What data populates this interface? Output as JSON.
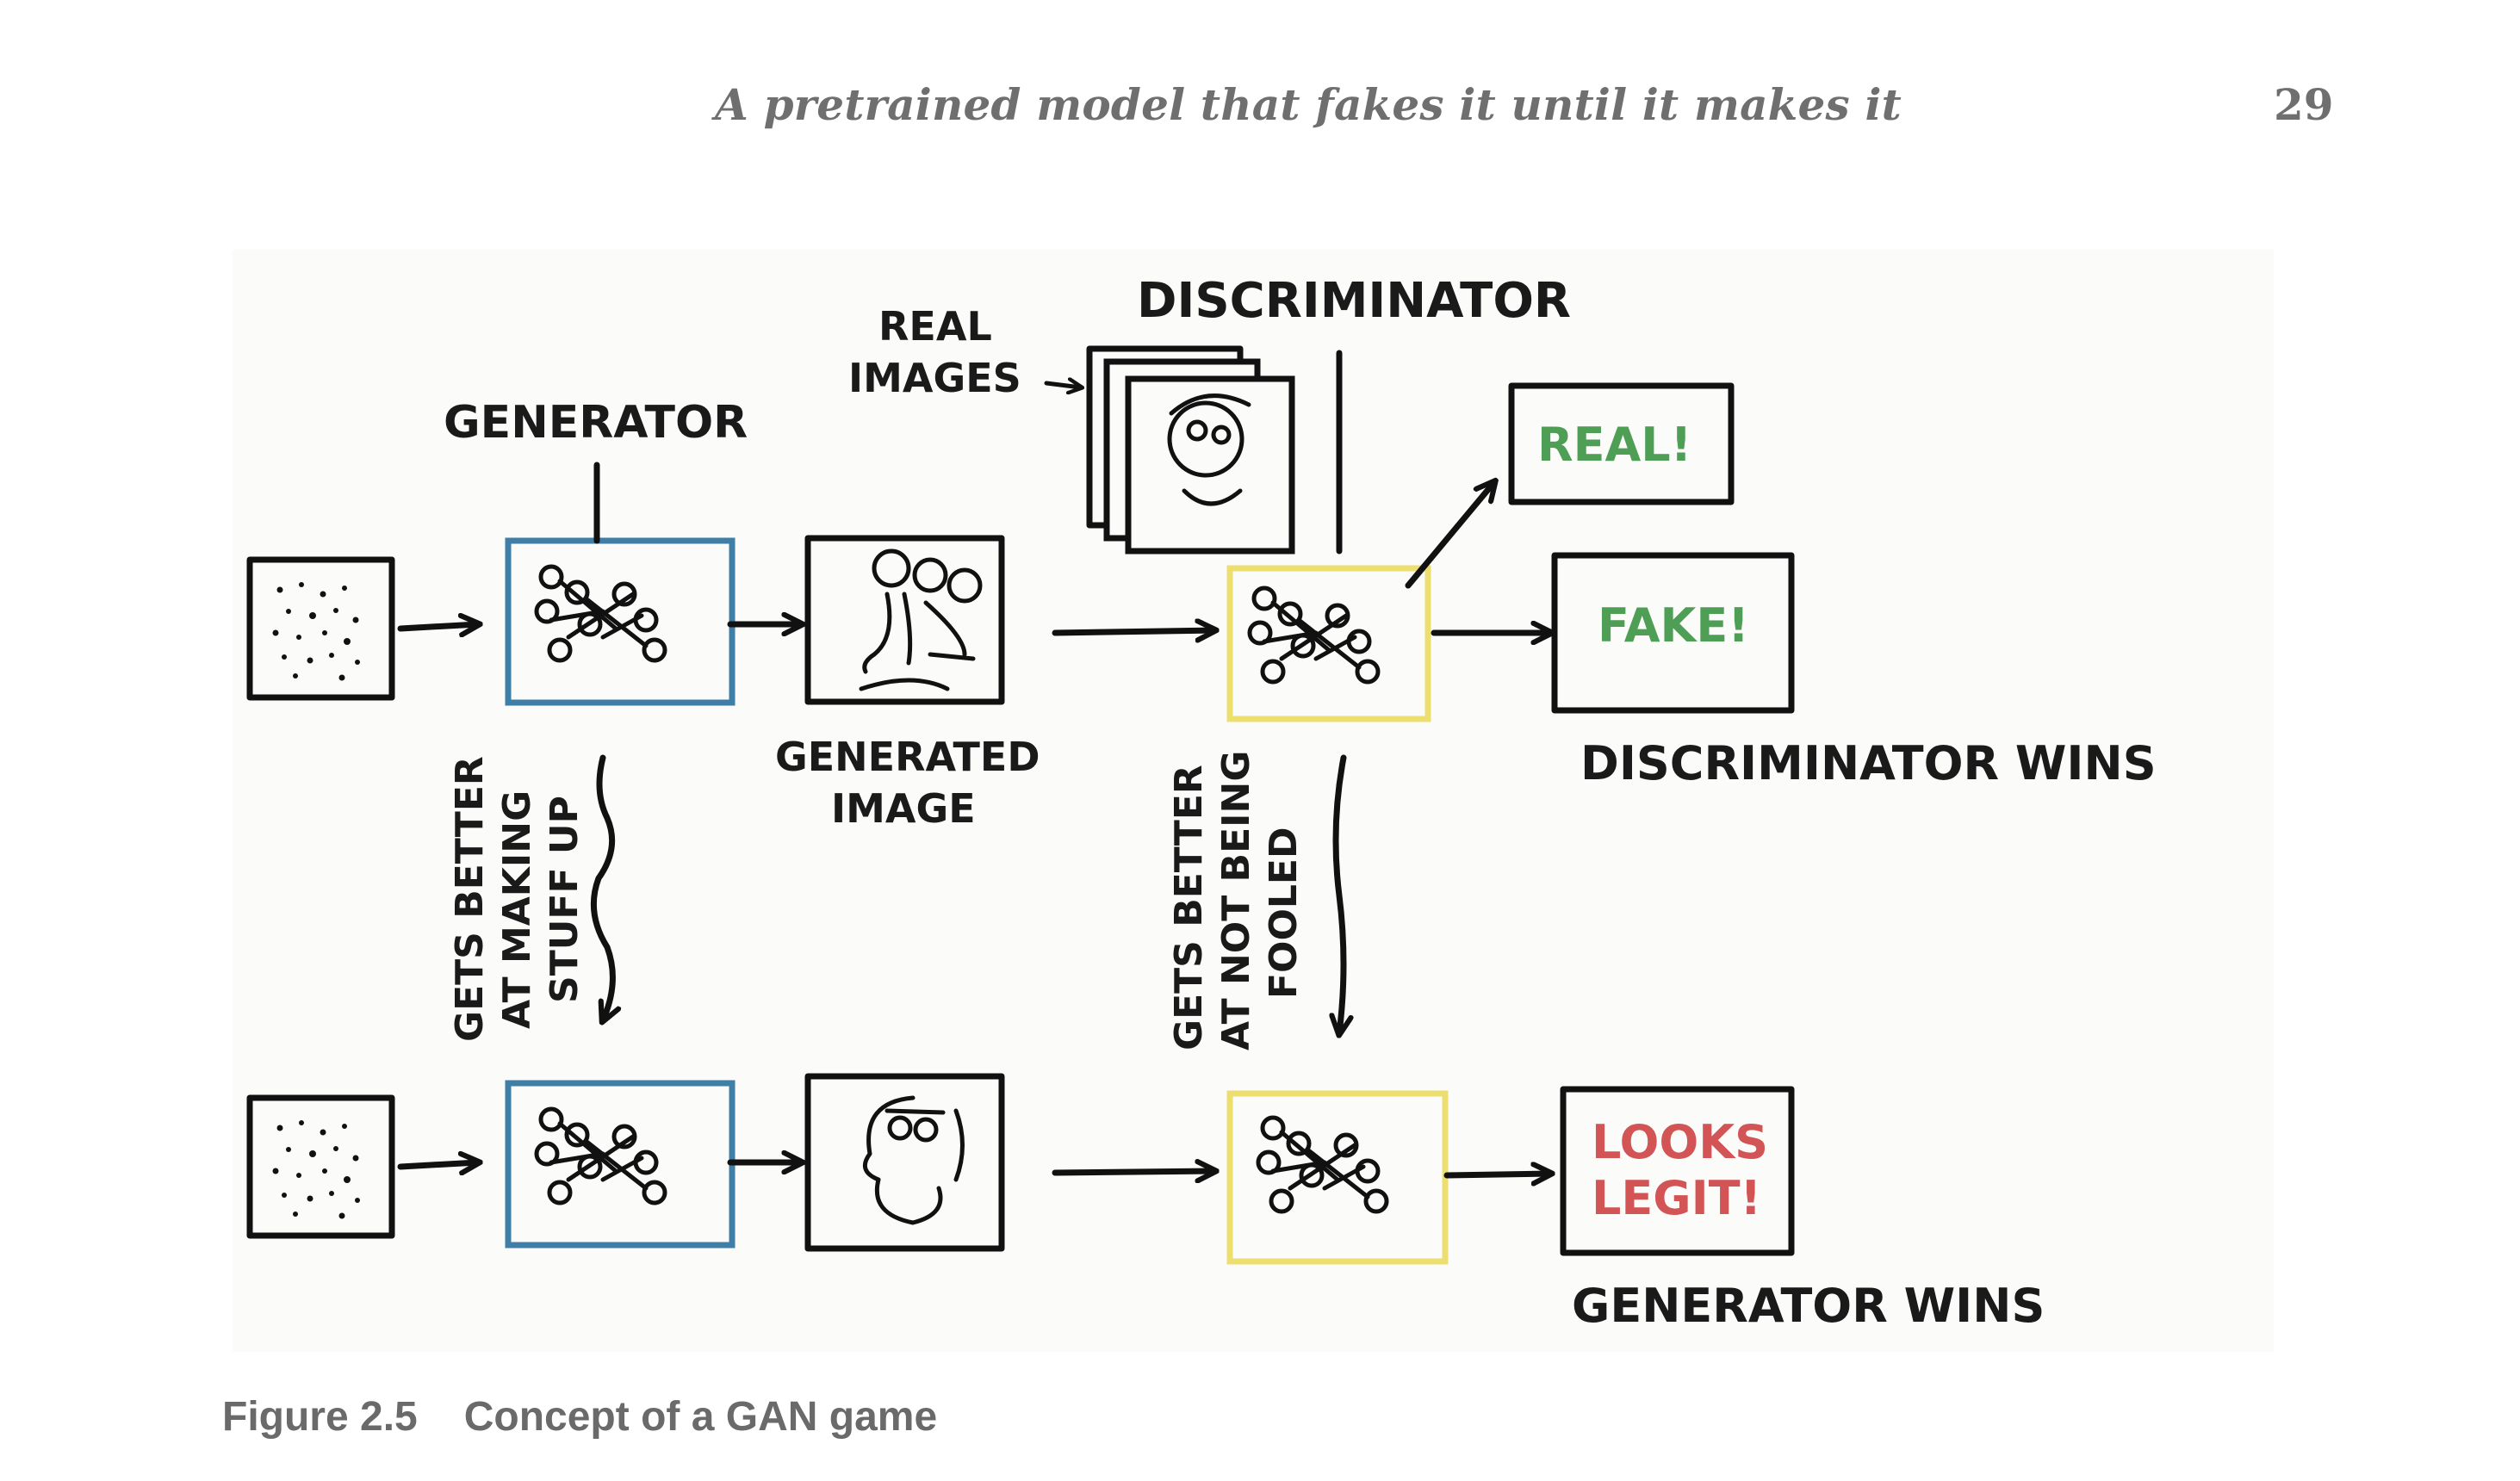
{
  "header": {
    "running_title": "A pretrained model that fakes it until it makes it",
    "page_number": "29"
  },
  "diagram": {
    "generator_label": "GENERATOR",
    "discriminator_label": "DISCRIMINATOR",
    "real_images_line1": "REAL",
    "real_images_line2": "IMAGES",
    "generated_image_line1": "GENERATED",
    "generated_image_line2": "IMAGE",
    "verdict_real": "REAL!",
    "verdict_fake": "FAKE!",
    "verdict_legit_line1": "LOOKS",
    "verdict_legit_line2": "LEGIT!",
    "discriminator_wins": "DISCRIMINATOR WINS",
    "generator_wins": "GENERATOR WINS",
    "gen_improves_line1": "GETS BETTER",
    "gen_improves_line2": "AT MAKING",
    "gen_improves_line3": "STUFF UP",
    "disc_improves_line1": "GETS BETTER",
    "disc_improves_line2": "AT NOT BEING",
    "disc_improves_line3": "FOOLED",
    "colors": {
      "generator_frame": "#3f7ea6",
      "discriminator_frame": "#ecdf70",
      "real_text": "#4f9e55",
      "fake_text": "#4f9e55",
      "legit_text": "#d25454"
    }
  },
  "caption": {
    "figure_number": "Figure 2.5",
    "text": "Concept of a GAN game"
  }
}
